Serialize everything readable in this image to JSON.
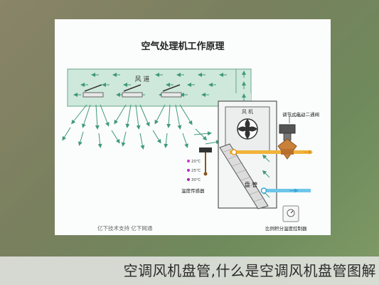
{
  "diagram": {
    "title": "空气处理机工作原理",
    "duct_label": "风 道",
    "coil_label": "盘 管",
    "valve_label": "调节式电动二通阀",
    "sensor_label": "温度传感器",
    "controller_label": "比例积分温度控制器",
    "fan_label": "风 机",
    "watermark": "亿下技术支持 亿下网通",
    "temperatures": [
      "20℃",
      "25℃",
      "30℃"
    ],
    "colors": {
      "duct_fill": "#cfe8dc",
      "duct_stroke": "#7fb59a",
      "air_arrow": "#3f9a78",
      "supply_pipe": "#f2b33a",
      "return_pipe": "#6ec6e8",
      "valve": "#c9813a"
    }
  },
  "caption": "空调风机盘管,什么是空调风机盘管图解"
}
